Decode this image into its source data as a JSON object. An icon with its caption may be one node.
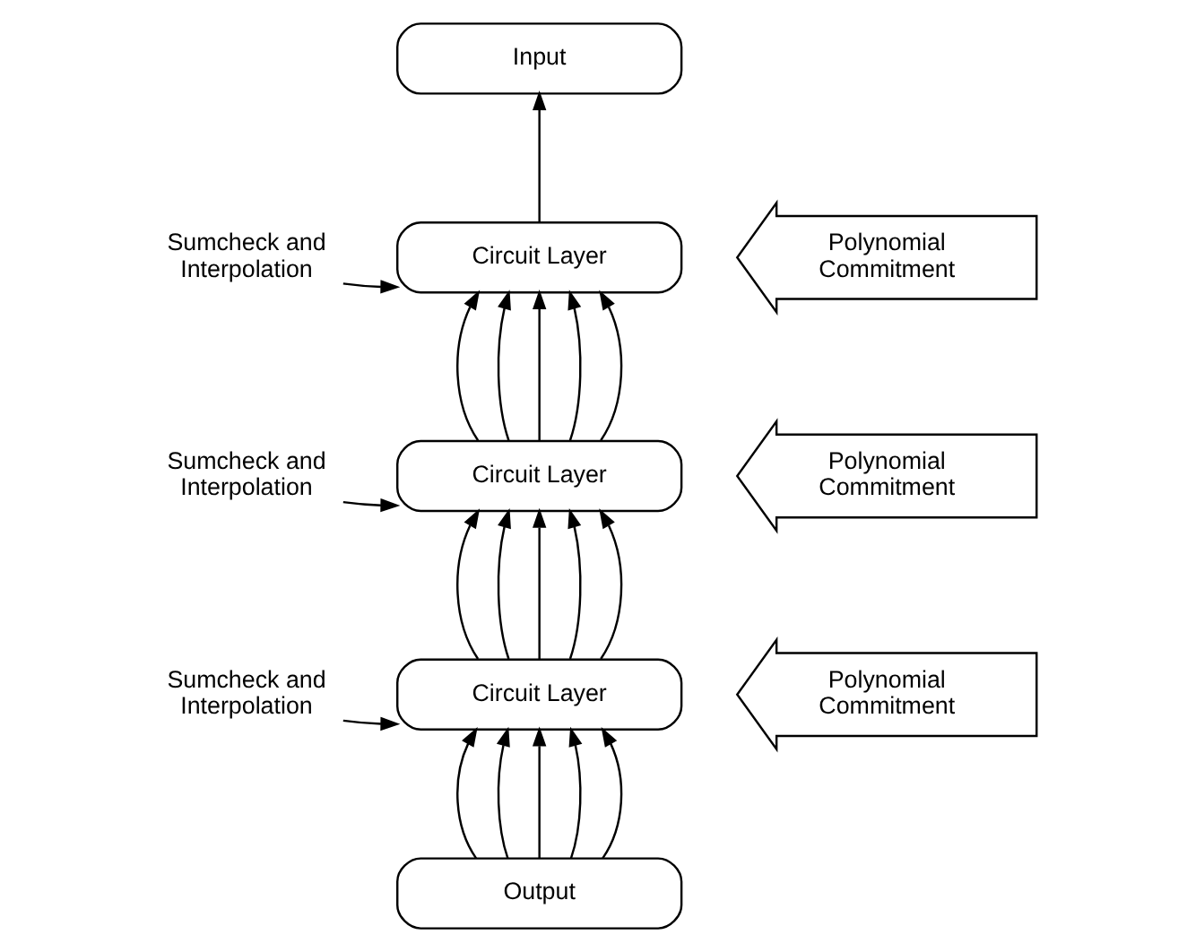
{
  "diagram": {
    "nodes": [
      {
        "text": [
          "Input"
        ]
      },
      {
        "text": [
          "Sumcheck and Interpolation"
        ]
      },
      {
        "text": [
          "Circuit Layer"
        ]
      },
      {
        "text": [
          "Polynomial Commitment"
        ]
      },
      {
        "text": [
          "Sumcheck and Interpolation"
        ]
      },
      {
        "text": [
          "Circuit Layer"
        ]
      },
      {
        "text": [
          "Polynomial Commitment"
        ]
      },
      {
        "text": [
          "Sumcheck and Interpolation"
        ]
      },
      {
        "text": [
          "Circuit Layer"
        ]
      },
      {
        "text": [
          "Polynomial Commitment"
        ]
      },
      {
        "text": [
          "Output"
        ]
      }
    ],
    "edges": [
      {
        "from": 2,
        "to": 0,
        "arrow": "to"
      },
      {
        "from": 1,
        "to": 2,
        "arrow": "to"
      },
      {
        "from": 5,
        "to": 2,
        "arrow": "to"
      },
      {
        "from": 5,
        "to": 2,
        "arrow": "to"
      },
      {
        "from": 5,
        "to": 2,
        "arrow": "to"
      },
      {
        "from": 5,
        "to": 2,
        "arrow": "to"
      },
      {
        "from": 5,
        "to": 2,
        "arrow": "to"
      },
      {
        "from": 4,
        "to": 5,
        "arrow": "to"
      },
      {
        "from": 8,
        "to": 5,
        "arrow": "to"
      },
      {
        "from": 8,
        "to": 5,
        "arrow": "to"
      },
      {
        "from": 8,
        "to": 5,
        "arrow": "to"
      },
      {
        "from": 8,
        "to": 5,
        "arrow": "to"
      },
      {
        "from": 8,
        "to": 5,
        "arrow": "to"
      },
      {
        "from": 7,
        "to": 8,
        "arrow": "to"
      },
      {
        "from": 10,
        "to": 8,
        "arrow": "to"
      },
      {
        "from": 10,
        "to": 8,
        "arrow": "to"
      },
      {
        "from": 10,
        "to": 8,
        "arrow": "to"
      },
      {
        "from": 10,
        "to": 8,
        "arrow": "to"
      },
      {
        "from": 10,
        "to": 8,
        "arrow": "to"
      }
    ]
  }
}
